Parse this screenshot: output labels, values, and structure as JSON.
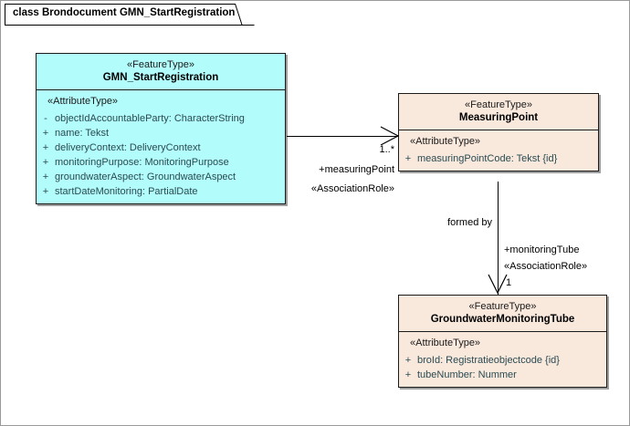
{
  "frame": {
    "title": "class Brondocument GMN_StartRegistration"
  },
  "classes": [
    {
      "id": "gmn-start-registration",
      "stereotype": "«FeatureType»",
      "name": "GMN_StartRegistration",
      "color": "#b2fcfc",
      "compartment_stereotype": "«AttributeType»",
      "attributes": [
        {
          "visibility": "-",
          "text": "objectIdAccountableParty: CharacterString"
        },
        {
          "visibility": "+",
          "text": "name: Tekst"
        },
        {
          "visibility": "+",
          "text": "deliveryContext: DeliveryContext"
        },
        {
          "visibility": "+",
          "text": "monitoringPurpose: MonitoringPurpose"
        },
        {
          "visibility": "+",
          "text": "groundwaterAspect: GroundwaterAspect"
        },
        {
          "visibility": "+",
          "text": "startDateMonitoring: PartialDate"
        }
      ]
    },
    {
      "id": "measuring-point",
      "stereotype": "«FeatureType»",
      "name": "MeasuringPoint",
      "color": "#f9e8dc",
      "compartment_stereotype": "«AttributeType»",
      "attributes": [
        {
          "visibility": "+",
          "text": "measuringPointCode: Tekst {id}"
        }
      ]
    },
    {
      "id": "groundwater-monitoring-tube",
      "stereotype": "«FeatureType»",
      "name": "GroundwaterMonitoringTube",
      "color": "#f9e8dc",
      "compartment_stereotype": "«AttributeType»",
      "attributes": [
        {
          "visibility": "+",
          "text": "broId: Registratieobjectcode {id}"
        },
        {
          "visibility": "+",
          "text": "tubeNumber: Nummer"
        }
      ]
    }
  ],
  "associations": [
    {
      "id": "gmn-to-measuringpoint",
      "multiplicity": "1..*",
      "role": "+measuringPoint",
      "stereotype": "«AssociationRole»"
    },
    {
      "id": "measuringpoint-to-tube",
      "name": "formed by",
      "multiplicity": "1",
      "role": "+monitoringTube",
      "stereotype": "«AssociationRole»"
    }
  ]
}
